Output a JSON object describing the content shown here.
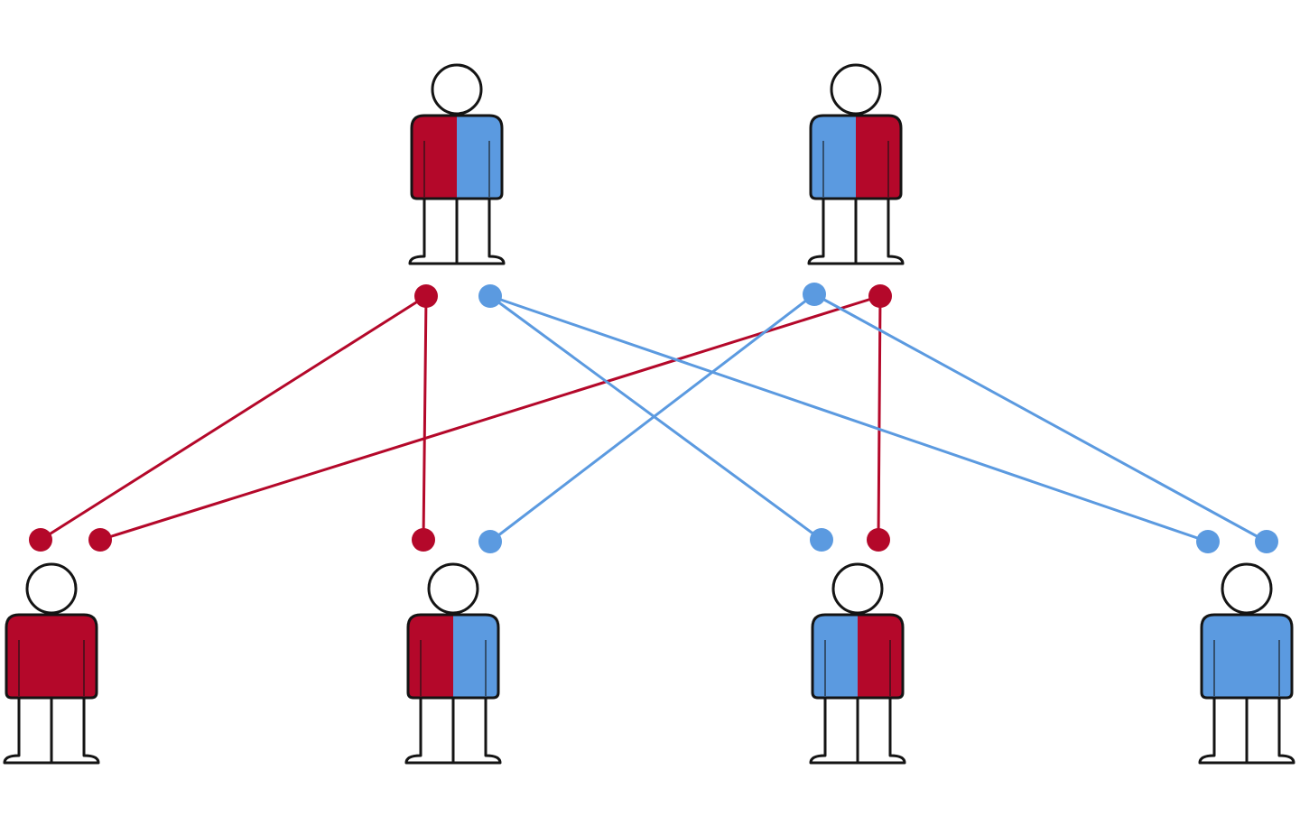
{
  "colors": {
    "red": "#b4082a",
    "blue": "#5b9ae0",
    "outline": "#141414",
    "background": "#ffffff"
  },
  "diagram": {
    "parents": [
      {
        "id": "parent-1",
        "body": [
          "red",
          "blue"
        ]
      },
      {
        "id": "parent-2",
        "body": [
          "blue",
          "red"
        ]
      }
    ],
    "children": [
      {
        "id": "child-1",
        "body": [
          "red",
          "red"
        ]
      },
      {
        "id": "child-2",
        "body": [
          "red",
          "blue"
        ]
      },
      {
        "id": "child-3",
        "body": [
          "blue",
          "red"
        ]
      },
      {
        "id": "child-4",
        "body": [
          "blue",
          "blue"
        ]
      }
    ],
    "connections": [
      {
        "from": "parent-1",
        "from_allele": 0,
        "to": "child-1",
        "to_allele": 0,
        "color": "red"
      },
      {
        "from": "parent-2",
        "from_allele": 1,
        "to": "child-1",
        "to_allele": 1,
        "color": "red"
      },
      {
        "from": "parent-1",
        "from_allele": 0,
        "to": "child-2",
        "to_allele": 0,
        "color": "red"
      },
      {
        "from": "parent-2",
        "from_allele": 0,
        "to": "child-2",
        "to_allele": 1,
        "color": "blue"
      },
      {
        "from": "parent-1",
        "from_allele": 1,
        "to": "child-3",
        "to_allele": 0,
        "color": "blue"
      },
      {
        "from": "parent-2",
        "from_allele": 1,
        "to": "child-3",
        "to_allele": 1,
        "color": "red"
      },
      {
        "from": "parent-1",
        "from_allele": 1,
        "to": "child-4",
        "to_allele": 0,
        "color": "blue"
      },
      {
        "from": "parent-2",
        "from_allele": 0,
        "to": "child-4",
        "to_allele": 1,
        "color": "blue"
      }
    ]
  }
}
